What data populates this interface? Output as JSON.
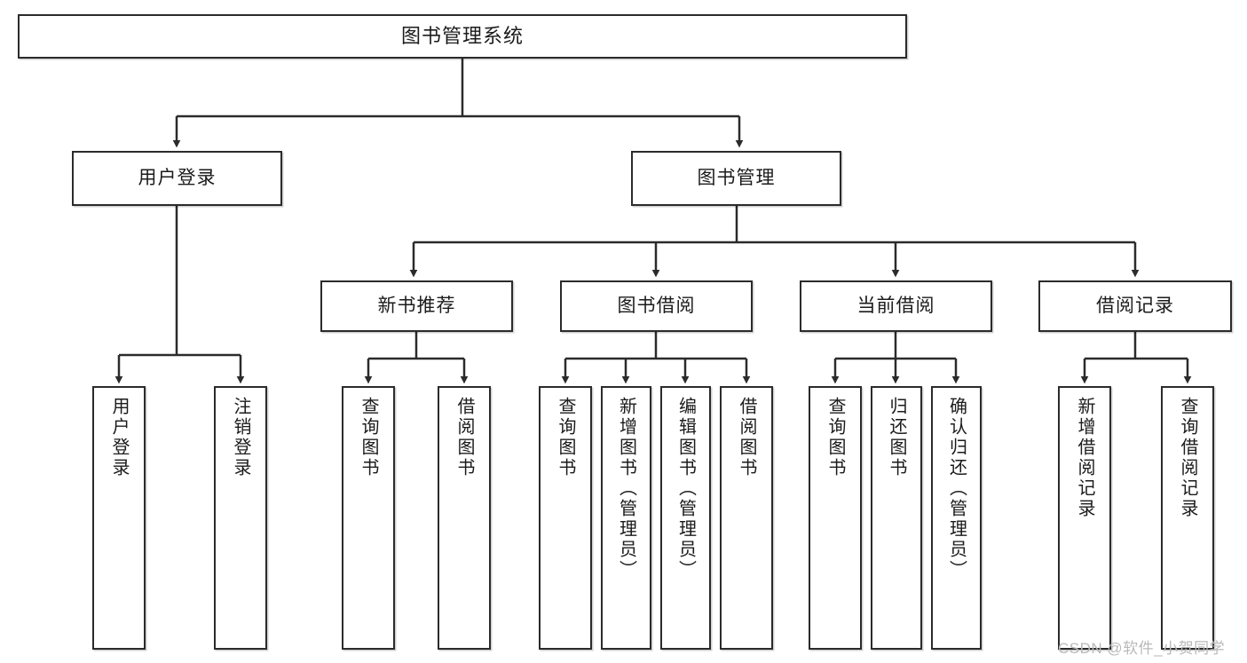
{
  "diagram": {
    "title": "图书管理系统",
    "type": "hierarchy-tree",
    "watermark": "CSDN @软件_小贺同学",
    "colors": {
      "border": "#2b2b2b",
      "background": "#ffffff",
      "text": "#1b1b1b",
      "watermark": "#b9b9b9"
    },
    "nodes": {
      "root": {
        "label": "图书管理系统"
      },
      "level2": [
        {
          "label": "用户登录"
        },
        {
          "label": "图书管理"
        }
      ],
      "level3": [
        {
          "label": "新书推荐"
        },
        {
          "label": "图书借阅"
        },
        {
          "label": "当前借阅"
        },
        {
          "label": "借阅记录"
        }
      ],
      "leaves": {
        "user_login": [
          {
            "label": "用户登录"
          },
          {
            "label": "注销登录"
          }
        ],
        "new_book_recommend": [
          {
            "label": "查询图书"
          },
          {
            "label": "借阅图书"
          }
        ],
        "book_borrow": [
          {
            "label": "查询图书"
          },
          {
            "label": "新增图书（管理员）"
          },
          {
            "label": "编辑图书（管理员）"
          },
          {
            "label": "借阅图书"
          }
        ],
        "current_borrow": [
          {
            "label": "查询图书"
          },
          {
            "label": "归还图书"
          },
          {
            "label": "确认归还（管理员）"
          }
        ],
        "borrow_records": [
          {
            "label": "新增借阅记录"
          },
          {
            "label": "查询借阅记录"
          }
        ]
      }
    }
  }
}
